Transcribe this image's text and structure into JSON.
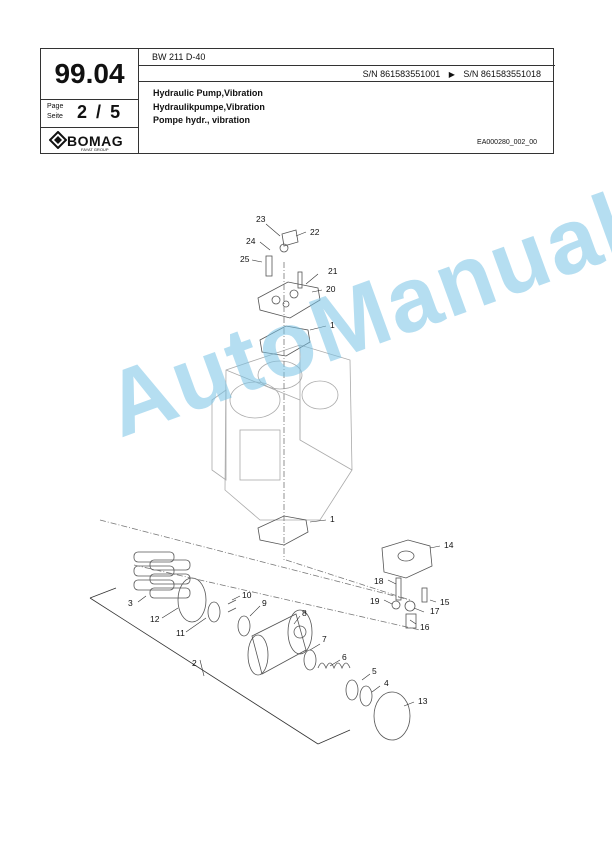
{
  "header": {
    "page_no": "99.04",
    "page_label_en": "Page",
    "page_label_de": "Seite",
    "page_current": "2",
    "page_sep": "/",
    "page_total": "5",
    "logo_text": "BOMAG",
    "logo_sub": "FAYAT GROUP",
    "model": "BW 211 D-40",
    "serial_from": "S/N 861583551001",
    "serial_arrow": "▶",
    "serial_to": "S/N 861583551018",
    "title_en": "Hydraulic Pump,Vibration",
    "title_de": "Hydraulikpumpe,Vibration",
    "title_fr": "Pompe hydr., vibration",
    "doc_id": "EA000280_002_00"
  },
  "diagram": {
    "callouts": [
      "23",
      "22",
      "24",
      "25",
      "21",
      "20",
      "1",
      "1",
      "14",
      "18",
      "15",
      "19",
      "17",
      "16",
      "3",
      "10",
      "12",
      "9",
      "11",
      "8",
      "7",
      "6",
      "5",
      "4",
      "13",
      "2"
    ]
  },
  "watermark": "AutoManual"
}
